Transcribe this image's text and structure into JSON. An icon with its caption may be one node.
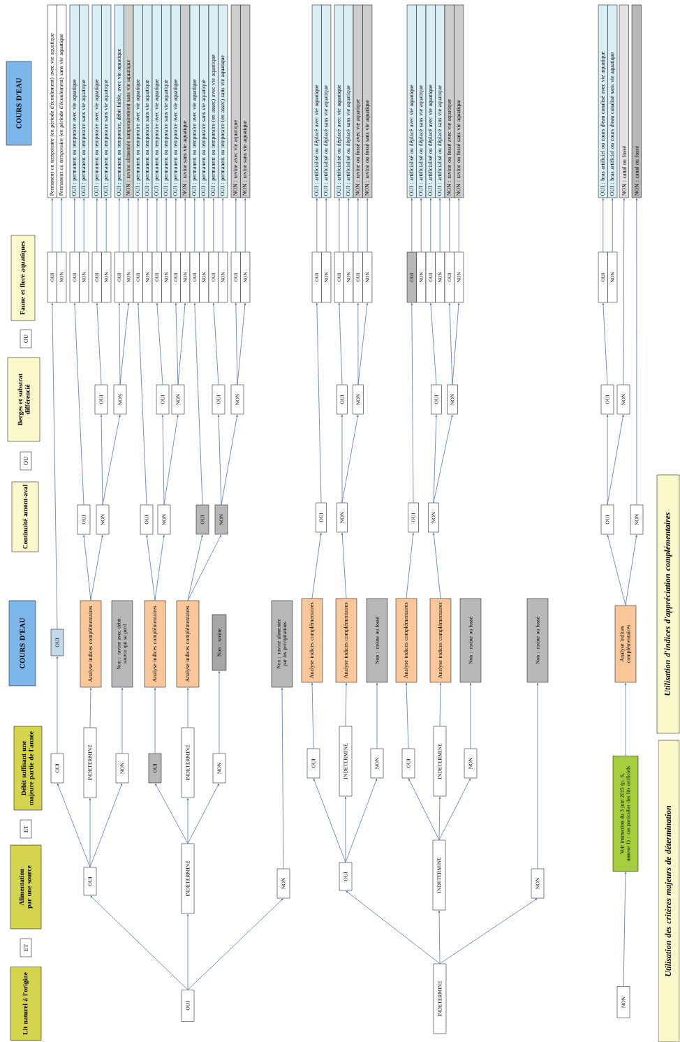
{
  "diagram": {
    "nodes": [
      {
        "text": [
          "Lit naturel à l'origine"
        ]
      },
      {
        "text": [
          "ET"
        ]
      },
      {
        "text": [
          "Alimentation par une source"
        ]
      },
      {
        "text": [
          "ET"
        ]
      },
      {
        "text": [
          "Débit suffisant une majeure partie de l'année"
        ]
      },
      {
        "text": [
          "COURS D'EAU"
        ]
      },
      {
        "text": [
          "Continuité amont-aval"
        ]
      },
      {
        "text": [
          "OU"
        ]
      },
      {
        "text": [
          "Berges et substrat différencié"
        ]
      },
      {
        "text": [
          "OU"
        ]
      },
      {
        "text": [
          "Faune et flore aquatiques"
        ]
      },
      {
        "text": [
          "COURS D'EAU"
        ]
      },
      {
        "text": [
          "Utilisation des critères majeurs de détermination"
        ]
      },
      {
        "text": [
          "Utilisation d'indices d'appréciation complémentaires"
        ]
      },
      {
        "text": [
          "OUI"
        ]
      },
      {
        "text": [
          "OUI"
        ]
      },
      {
        "text": [
          "INDETERMINE"
        ]
      },
      {
        "text": [
          "NON"
        ]
      },
      {
        "text": [
          "OUI"
        ]
      },
      {
        "text": [
          "INDETERMINE"
        ]
      },
      {
        "text": [
          "NON"
        ]
      },
      {
        "text": [
          "OUI"
        ]
      },
      {
        "text": [
          "INDETERMINE"
        ]
      },
      {
        "text": [
          "NON"
        ]
      },
      {
        "text": [
          "OUI"
        ]
      },
      {
        "text": [
          "Analyse indices complémentaires"
        ]
      },
      {
        "text": [
          "Non : ravine avec débit source qui se perd"
        ]
      },
      {
        "text": [
          "Analyse indices complémentaires"
        ]
      },
      {
        "text": [
          "Analyse indices complémentaires"
        ]
      },
      {
        "text": [
          "Non : ravine"
        ]
      },
      {
        "text": [
          "Non : ravine alimentée par les précipitations"
        ]
      },
      {
        "text": [
          "OUI"
        ]
      },
      {
        "text": [
          "NON"
        ]
      },
      {
        "text": [
          "OUI"
        ]
      },
      {
        "text": [
          "NON"
        ]
      },
      {
        "text": [
          "OUI"
        ]
      },
      {
        "text": [
          "NON"
        ]
      },
      {
        "text": [
          "OUI"
        ]
      },
      {
        "text": [
          "NON"
        ]
      },
      {
        "text": [
          "OUI"
        ]
      },
      {
        "text": [
          "NON"
        ]
      },
      {
        "text": [
          "OUI"
        ]
      },
      {
        "text": [
          "NON"
        ]
      },
      {
        "text": [
          "OUI"
        ]
      },
      {
        "text": [
          "NON"
        ]
      },
      {
        "text": [
          "OUI"
        ]
      },
      {
        "text": [
          "NON"
        ]
      },
      {
        "text": [
          "OUI"
        ]
      },
      {
        "text": [
          "NON"
        ]
      },
      {
        "text": [
          "OUI"
        ]
      },
      {
        "text": [
          "NON"
        ]
      },
      {
        "text": [
          "OUI"
        ]
      },
      {
        "text": [
          "NON"
        ]
      },
      {
        "text": [
          "OUI"
        ]
      },
      {
        "text": [
          "NON"
        ]
      },
      {
        "text": [
          "OUI"
        ]
      },
      {
        "text": [
          "NON"
        ]
      },
      {
        "text": [
          "OUI"
        ]
      },
      {
        "text": [
          "NON"
        ]
      },
      {
        "text": [
          "OUI"
        ]
      },
      {
        "text": [
          "NON"
        ]
      },
      {
        "text": [
          "OUI"
        ]
      },
      {
        "text": [
          "NON"
        ]
      },
      {
        "text": [
          "Permanent ou temporaire (en période d'écoulement) avec vie aquatique"
        ]
      },
      {
        "text": [
          "Permanent ou temporaire (en période d'écoulement) sans vie aquatique"
        ]
      },
      {
        "text": [
          "OUI : permanent ou temporaire avec vie aquatique"
        ]
      },
      {
        "text": [
          "OUI : permanent ou temporaire sans vie aquatique"
        ]
      },
      {
        "text": [
          "OUI : permanent ou temporaire avec vie aquatique"
        ]
      },
      {
        "text": [
          "OUI : permanent ou temporaire sans vie aquatique"
        ]
      },
      {
        "text": [
          "OUI : permanent ou temporaire, débit faible, avec vie aquatique"
        ]
      },
      {
        "text": [
          "NON : ravine alimentée temporairement sans vie aquatique"
        ]
      },
      {
        "text": [
          "OUI : permanent ou temporaire avec vie aquatique"
        ]
      },
      {
        "text": [
          "OUI : permanent ou temporaire sans vie aquatique"
        ]
      },
      {
        "text": [
          "OUI : permanent ou temporaire avec vie aquatique"
        ]
      },
      {
        "text": [
          "OUI : permanent ou temporaire sans vie aquatique"
        ]
      },
      {
        "text": [
          "OUI : permanent ou temporaire avec vie aquatique"
        ]
      },
      {
        "text": [
          "NON : ravine sans vie aquatique"
        ]
      },
      {
        "text": [
          "OUI : permanent ou temporaire avec vie aquatique"
        ]
      },
      {
        "text": [
          "OUI : permanent ou temporaire sans vie aquatique"
        ]
      },
      {
        "text": [
          "OUI : permanent ou temporaire (en assec) avec vie aquatique"
        ]
      },
      {
        "text": [
          "OUI : permanent ou temporaire (en assec) sans vie aquatique"
        ]
      },
      {
        "text": [
          "NON : ravine avec vie aquatique"
        ]
      },
      {
        "text": [
          "NON : ravine sans vie aquatique"
        ]
      },
      {
        "text": [
          "INDETERMINE"
        ]
      },
      {
        "text": [
          "OUI"
        ]
      },
      {
        "text": [
          "INDETERMINE"
        ]
      },
      {
        "text": [
          "NON"
        ]
      },
      {
        "text": [
          "OUI"
        ]
      },
      {
        "text": [
          "INDETERMINE"
        ]
      },
      {
        "text": [
          "NON"
        ]
      },
      {
        "text": [
          "OUI"
        ]
      },
      {
        "text": [
          "INDETERMINE"
        ]
      },
      {
        "text": [
          "NON"
        ]
      },
      {
        "text": [
          "Analyse indices complémentaires"
        ]
      },
      {
        "text": [
          "Analyse indices complémentaires"
        ]
      },
      {
        "text": [
          "Non : ravine ou fossé"
        ]
      },
      {
        "text": [
          "Analyse indices complémentaires"
        ]
      },
      {
        "text": [
          "Analyse indices complémentaires"
        ]
      },
      {
        "text": [
          "Non : ravine ou fossé"
        ]
      },
      {
        "text": [
          "Non : ravine ou fossé"
        ]
      },
      {
        "text": [
          "OUI"
        ]
      },
      {
        "text": [
          "NON"
        ]
      },
      {
        "text": [
          "OUI"
        ]
      },
      {
        "text": [
          "NON"
        ]
      },
      {
        "text": [
          "OUI"
        ]
      },
      {
        "text": [
          "NON"
        ]
      },
      {
        "text": [
          "OUI"
        ]
      },
      {
        "text": [
          "NON"
        ]
      },
      {
        "text": [
          "OUI"
        ]
      },
      {
        "text": [
          "NON"
        ]
      },
      {
        "text": [
          "OUI"
        ]
      },
      {
        "text": [
          "NON"
        ]
      },
      {
        "text": [
          "OUI"
        ]
      },
      {
        "text": [
          "NON"
        ]
      },
      {
        "text": [
          "OUI"
        ]
      },
      {
        "text": [
          "NON"
        ]
      },
      {
        "text": [
          "OUI"
        ]
      },
      {
        "text": [
          "NON"
        ]
      },
      {
        "text": [
          "OUI"
        ]
      },
      {
        "text": [
          "NON"
        ]
      },
      {
        "text": [
          "OUI : artificialisé ou déplacé avec vie aquatique"
        ]
      },
      {
        "text": [
          "OUI : artificialisé ou déplacé sans vie aquatique"
        ]
      },
      {
        "text": [
          "OUI : artificialisé ou déplacé avec vie aquatique"
        ]
      },
      {
        "text": [
          "OUI : artificialisé ou déplacé sans vie aquatique"
        ]
      },
      {
        "text": [
          "NON : ravine ou fossé avec vie aquatique"
        ]
      },
      {
        "text": [
          "NON : ravine ou fossé sans vie aquatique"
        ]
      },
      {
        "text": [
          "OUI : artificialisé ou déplacé avec vie aquatique"
        ]
      },
      {
        "text": [
          "OUI : artificialisé ou déplacé sans vie aquatique"
        ]
      },
      {
        "text": [
          "OUI : artificialisé ou déplacé avec vie aquatique"
        ]
      },
      {
        "text": [
          "OUI : artificialisé ou déplacé sans vie aquatique"
        ]
      },
      {
        "text": [
          "NON : ravine ou fossé avec vie aquatique"
        ]
      },
      {
        "text": [
          "NON : ravine ou fossé sans vie aquatique"
        ]
      },
      {
        "text": [
          "NON"
        ]
      },
      {
        "text": [
          "Voir instruction du 3 juin 2015 (p. 6, annexe 1) : cas particulier des lits artificiels"
        ]
      },
      {
        "text": [
          "Analyse indices complémentaires"
        ]
      },
      {
        "text": [
          "OUI"
        ]
      },
      {
        "text": [
          "NON"
        ]
      },
      {
        "text": [
          "OUI"
        ]
      },
      {
        "text": [
          "NON"
        ]
      },
      {
        "text": [
          "OUI"
        ]
      },
      {
        "text": [
          "NON"
        ]
      },
      {
        "text": [
          "OUI : bras artificiel ou cours d'eau canalisé avec vie aquatique"
        ]
      },
      {
        "text": [
          "OUI : bras artificiel ou cours d'eau canalisé sans vie aquatique"
        ]
      },
      {
        "text": [
          "NON : canal ou fossé"
        ]
      },
      {
        "text": [
          "NON : canal ou fossé"
        ]
      }
    ],
    "edges": [
      {
        "from": 14,
        "to": 15,
        "arrow": "to"
      },
      {
        "from": 14,
        "to": 16,
        "arrow": "to"
      },
      {
        "from": 14,
        "to": 17,
        "arrow": "to"
      },
      {
        "from": 15,
        "to": 18,
        "arrow": "to"
      },
      {
        "from": 15,
        "to": 19,
        "arrow": "to"
      },
      {
        "from": 15,
        "to": 20,
        "arrow": "to"
      },
      {
        "from": 16,
        "to": 21,
        "arrow": "to"
      },
      {
        "from": 16,
        "to": 22,
        "arrow": "to"
      },
      {
        "from": 16,
        "to": 23,
        "arrow": "to"
      },
      {
        "from": 17,
        "to": 30,
        "arrow": "to"
      },
      {
        "from": 18,
        "to": 24,
        "arrow": "to"
      },
      {
        "from": 19,
        "to": 25,
        "arrow": "to"
      },
      {
        "from": 20,
        "to": 26,
        "arrow": "to"
      },
      {
        "from": 21,
        "to": 27,
        "arrow": "to"
      },
      {
        "from": 22,
        "to": 28,
        "arrow": "to"
      },
      {
        "from": 23,
        "to": 29,
        "arrow": "to"
      },
      {
        "from": 25,
        "to": 31,
        "arrow": "to"
      },
      {
        "from": 25,
        "to": 32,
        "arrow": "to"
      },
      {
        "from": 27,
        "to": 33,
        "arrow": "to"
      },
      {
        "from": 27,
        "to": 34,
        "arrow": "to"
      },
      {
        "from": 28,
        "to": 35,
        "arrow": "to"
      },
      {
        "from": 28,
        "to": 36,
        "arrow": "to"
      },
      {
        "from": 32,
        "to": 37,
        "arrow": "to"
      },
      {
        "from": 32,
        "to": 38,
        "arrow": "to"
      },
      {
        "from": 34,
        "to": 39,
        "arrow": "to"
      },
      {
        "from": 34,
        "to": 40,
        "arrow": "to"
      },
      {
        "from": 36,
        "to": 41,
        "arrow": "to"
      },
      {
        "from": 36,
        "to": 42,
        "arrow": "to"
      },
      {
        "from": 24,
        "to": 43,
        "arrow": "to"
      },
      {
        "from": 31,
        "to": 45,
        "arrow": "to"
      },
      {
        "from": 37,
        "to": 47,
        "arrow": "to"
      },
      {
        "from": 38,
        "to": 49,
        "arrow": "to"
      },
      {
        "from": 38,
        "to": 50,
        "arrow": "to"
      },
      {
        "from": 33,
        "to": 51,
        "arrow": "to"
      },
      {
        "from": 39,
        "to": 53,
        "arrow": "to"
      },
      {
        "from": 40,
        "to": 55,
        "arrow": "to"
      },
      {
        "from": 40,
        "to": 56,
        "arrow": "to"
      },
      {
        "from": 35,
        "to": 57,
        "arrow": "to"
      },
      {
        "from": 41,
        "to": 59,
        "arrow": "to"
      },
      {
        "from": 42,
        "to": 61,
        "arrow": "to"
      },
      {
        "from": 42,
        "to": 62,
        "arrow": "to"
      },
      {
        "from": 43,
        "to": 63,
        "arrow": "to"
      },
      {
        "from": 44,
        "to": 64,
        "arrow": "to"
      },
      {
        "from": 45,
        "to": 65,
        "arrow": "to"
      },
      {
        "from": 46,
        "to": 66,
        "arrow": "to"
      },
      {
        "from": 47,
        "to": 67,
        "arrow": "to"
      },
      {
        "from": 48,
        "to": 68,
        "arrow": "to"
      },
      {
        "from": 49,
        "to": 69,
        "arrow": "to"
      },
      {
        "from": 50,
        "to": 70,
        "arrow": "to"
      },
      {
        "from": 51,
        "to": 71,
        "arrow": "to"
      },
      {
        "from": 52,
        "to": 72,
        "arrow": "to"
      },
      {
        "from": 53,
        "to": 73,
        "arrow": "to"
      },
      {
        "from": 54,
        "to": 74,
        "arrow": "to"
      },
      {
        "from": 55,
        "to": 75,
        "arrow": "to"
      },
      {
        "from": 56,
        "to": 76,
        "arrow": "to"
      },
      {
        "from": 57,
        "to": 77,
        "arrow": "to"
      },
      {
        "from": 58,
        "to": 78,
        "arrow": "to"
      },
      {
        "from": 59,
        "to": 79,
        "arrow": "to"
      },
      {
        "from": 60,
        "to": 80,
        "arrow": "to"
      },
      {
        "from": 61,
        "to": 81,
        "arrow": "to"
      },
      {
        "from": 62,
        "to": 82,
        "arrow": "to"
      },
      {
        "from": 83,
        "to": 84,
        "arrow": "to"
      },
      {
        "from": 83,
        "to": 85,
        "arrow": "to"
      },
      {
        "from": 83,
        "to": 86,
        "arrow": "to"
      },
      {
        "from": 84,
        "to": 87,
        "arrow": "to"
      },
      {
        "from": 84,
        "to": 88,
        "arrow": "to"
      },
      {
        "from": 84,
        "to": 89,
        "arrow": "to"
      },
      {
        "from": 85,
        "to": 90,
        "arrow": "to"
      },
      {
        "from": 85,
        "to": 91,
        "arrow": "to"
      },
      {
        "from": 85,
        "to": 92,
        "arrow": "to"
      },
      {
        "from": 86,
        "to": 99,
        "arrow": "to"
      },
      {
        "from": 87,
        "to": 93,
        "arrow": "to"
      },
      {
        "from": 88,
        "to": 94,
        "arrow": "to"
      },
      {
        "from": 89,
        "to": 95,
        "arrow": "to"
      },
      {
        "from": 90,
        "to": 96,
        "arrow": "to"
      },
      {
        "from": 91,
        "to": 97,
        "arrow": "to"
      },
      {
        "from": 92,
        "to": 98,
        "arrow": "to"
      },
      {
        "from": 93,
        "to": 100,
        "arrow": "to"
      },
      {
        "from": 94,
        "to": 101,
        "arrow": "to"
      },
      {
        "from": 96,
        "to": 102,
        "arrow": "to"
      },
      {
        "from": 97,
        "to": 103,
        "arrow": "to"
      },
      {
        "from": 101,
        "to": 104,
        "arrow": "to"
      },
      {
        "from": 101,
        "to": 105,
        "arrow": "to"
      },
      {
        "from": 103,
        "to": 106,
        "arrow": "to"
      },
      {
        "from": 103,
        "to": 107,
        "arrow": "to"
      },
      {
        "from": 100,
        "to": 108,
        "arrow": "to"
      },
      {
        "from": 104,
        "to": 110,
        "arrow": "to"
      },
      {
        "from": 105,
        "to": 112,
        "arrow": "to"
      },
      {
        "from": 105,
        "to": 113,
        "arrow": "to"
      },
      {
        "from": 102,
        "to": 114,
        "arrow": "to"
      },
      {
        "from": 106,
        "to": 116,
        "arrow": "to"
      },
      {
        "from": 107,
        "to": 118,
        "arrow": "to"
      },
      {
        "from": 107,
        "to": 119,
        "arrow": "to"
      },
      {
        "from": 108,
        "to": 120,
        "arrow": "to"
      },
      {
        "from": 109,
        "to": 121,
        "arrow": "to"
      },
      {
        "from": 110,
        "to": 122,
        "arrow": "to"
      },
      {
        "from": 111,
        "to": 123,
        "arrow": "to"
      },
      {
        "from": 112,
        "to": 124,
        "arrow": "to"
      },
      {
        "from": 113,
        "to": 125,
        "arrow": "to"
      },
      {
        "from": 114,
        "to": 126,
        "arrow": "to"
      },
      {
        "from": 115,
        "to": 127,
        "arrow": "to"
      },
      {
        "from": 116,
        "to": 128,
        "arrow": "to"
      },
      {
        "from": 117,
        "to": 129,
        "arrow": "to"
      },
      {
        "from": 118,
        "to": 130,
        "arrow": "to"
      },
      {
        "from": 119,
        "to": 131,
        "arrow": "to"
      },
      {
        "from": 132,
        "to": 133,
        "arrow": "to"
      },
      {
        "from": 133,
        "to": 134,
        "arrow": "to"
      },
      {
        "from": 134,
        "to": 135,
        "arrow": "to"
      },
      {
        "from": 134,
        "to": 136,
        "arrow": "to"
      },
      {
        "from": 135,
        "to": 137,
        "arrow": "to"
      },
      {
        "from": 135,
        "to": 138,
        "arrow": "to"
      },
      {
        "from": 137,
        "to": 139,
        "arrow": "to"
      },
      {
        "from": 138,
        "to": 143,
        "arrow": "to"
      },
      {
        "from": 136,
        "to": 144,
        "arrow": "to"
      },
      {
        "from": 139,
        "to": 141,
        "arrow": "to"
      },
      {
        "from": 140,
        "to": 142,
        "arrow": "to"
      }
    ]
  }
}
